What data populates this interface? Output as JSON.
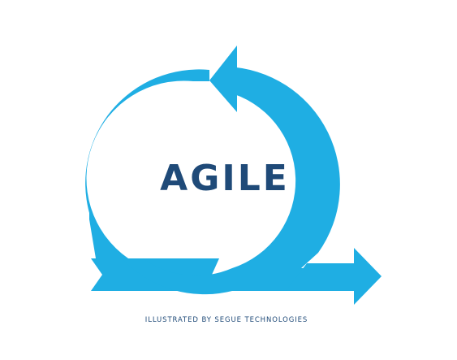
{
  "diagram": {
    "title": "AGILE",
    "credit": "ILLUSTRATED BY SEGUE TECHNOLOGIES",
    "colors": {
      "cycle": "#1FAEE3",
      "title": "#1F4A78",
      "credit": "#1F4A78",
      "background": "#FFFFFF"
    },
    "icons": [
      "agile-cycle-arrow",
      "exit-arrow"
    ]
  }
}
